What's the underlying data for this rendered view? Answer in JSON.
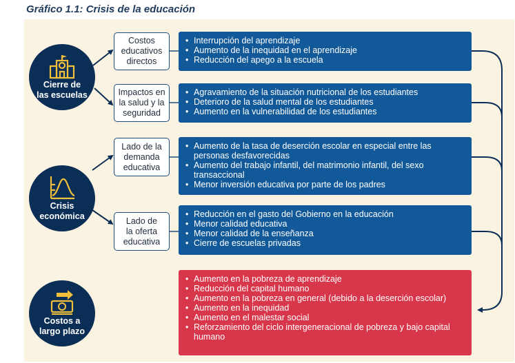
{
  "title": "Gráfico 1.1: Crisis de la educación",
  "colors": {
    "dark_navy": "#0b2e57",
    "blue": "#12599a",
    "red": "#d8374b",
    "panel": "#fbf3e1"
  },
  "causes": [
    {
      "label": "Cierre de\nlas escuelas",
      "icon": "school-icon"
    },
    {
      "label": "Crisis\neconómica",
      "icon": "economic-chart-icon"
    },
    {
      "label": "Costos a\nlargo plazo",
      "icon": "money-icon"
    }
  ],
  "channels": [
    {
      "label": "Costos\neducativos\ndirectos"
    },
    {
      "label": "Impactos en\nla salud y la\nseguridad"
    },
    {
      "label": "Lado de la\ndemanda\neducativa"
    },
    {
      "label": "Lado de\nla oferta\neducativa"
    }
  ],
  "effects": [
    {
      "items": [
        "Interrupción del aprendizaje",
        "Aumento de la inequidad en el aprendizaje",
        "Reducción del apego a la escuela"
      ]
    },
    {
      "items": [
        "Agravamiento de la situación nutricional de los estudiantes",
        "Deterioro de la salud mental de los estudiantes",
        "Aumento en la vulnerabilidad de los estudiantes"
      ]
    },
    {
      "items": [
        "Aumento de la tasa de deserción escolar en especial entre las personas desfavorecidas",
        "Aumento del trabajo infantil, del matrimonio infantil, del sexo transaccional",
        "Menor inversión educativa por parte de los padres"
      ]
    },
    {
      "items": [
        "Reducción en el gasto del Gobierno en la educación",
        "Menor calidad educativa",
        "Menor calidad de la enseñanza",
        "Cierre de escuelas privadas"
      ]
    }
  ],
  "long_term": {
    "items": [
      "Aumento en la pobreza de aprendizaje",
      "Reducción del capital humano",
      "Aumento en la pobreza en general (debido a la deserción escolar)",
      "Aumento en la inequidad",
      "Aumento en el malestar social",
      "Reforzamiento del ciclo intergeneracional de pobreza y bajo capital humano"
    ]
  }
}
